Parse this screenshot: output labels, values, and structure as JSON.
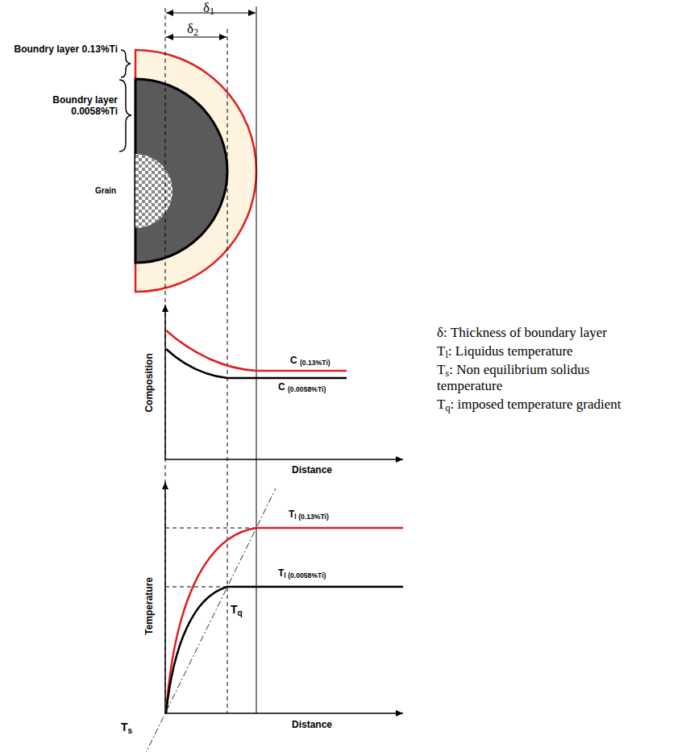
{
  "diagram": {
    "labels": [
      "δ1",
      "δ2",
      "Boundry layer 0.13%Ti",
      "Boundry layer 0.0058%Ti",
      "Grain",
      "Composition",
      "C (0.13%Ti)",
      "C (0.0058%Ti)",
      "Distance",
      "Temperature",
      "Tl (0.13%Ti)",
      "Tl (0.0058%Ti)",
      "Tq",
      "Ts",
      "Distance",
      "δ: Thickness of boundary layer",
      "Tl: Liquidus temperature",
      "Ts: Non equilibrium solidus temperature",
      "Tq: imposed temperature gradient"
    ]
  }
}
